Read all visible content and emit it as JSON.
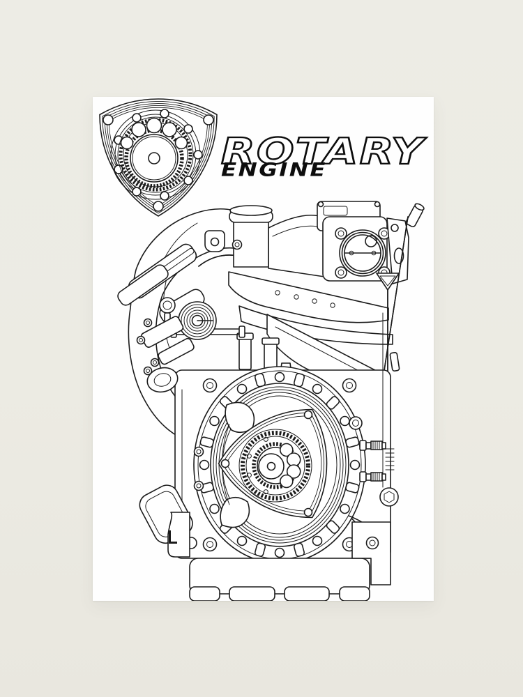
{
  "scene": {
    "background_color": "#ecebe3",
    "poster_color": "#fefefe",
    "line_color": "#1b1b1b",
    "description_icon": "art-print-mockup"
  },
  "poster": {
    "title_line1": "ROTARY",
    "title_line2": "ENGINE",
    "badge_icon": "rotary-rotor-badge-icon",
    "illustration_icon": "rotary-engine-line-art",
    "illustration_parts": [
      "intake-elbow-duct",
      "filler-neck",
      "intake-manifold",
      "throttle-body",
      "rotor-housing",
      "rotor",
      "stationary-gear",
      "accessory-pulley",
      "egr-bracket-cluster",
      "engine-mount-bracket",
      "dipstick-tube",
      "stud-bolts",
      "oil-pan"
    ]
  }
}
